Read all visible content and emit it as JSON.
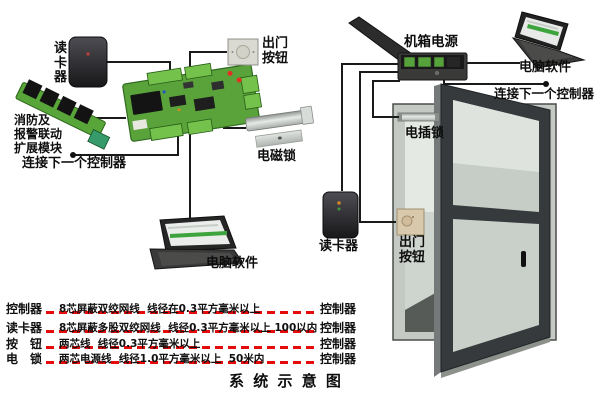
{
  "title": "系 统 示 意 图",
  "devices": {
    "card_reader_left": "读卡器",
    "exit_button_top": "出门\n按钮",
    "fire_module": "消防及\n报警联动\n扩展模块",
    "next_controller_left": "连接下一个控制器",
    "maglock": "电磁锁",
    "software_left": "电脑软件",
    "psu": "机箱电源",
    "software_right": "电脑软件",
    "next_controller_right": "连接下一个控制器",
    "bolt_lock": "电插锁",
    "card_reader_right": "读卡器",
    "exit_button_right": "出门\n按钮"
  },
  "wiring_specs": [
    {
      "left": "控制器",
      "spec": "8芯屏蔽双绞网线  线径在0.3平方毫米以上",
      "right": "控制器"
    },
    {
      "left": "读卡器",
      "spec": "8芯屏蔽多股双绞网线  线径0.3平方毫米以上 100以内",
      "right": "控制器"
    },
    {
      "left": "按　钮",
      "spec": "两芯线  线径0.3平方毫米以上",
      "right": "控制器"
    },
    {
      "left": "电　锁",
      "spec": "两芯电源线  线径1.0平方毫米以上  50米内",
      "right": "控制器"
    }
  ],
  "colors": {
    "wire": "#1a1a1a",
    "dash_red": "#e60b0b",
    "pcb_green": "#5aa33b",
    "terminal_green": "#74c24b",
    "progress_green": "#3da33c",
    "door_frame": "#363a3c",
    "wall_gray": "#c5c9c4"
  }
}
